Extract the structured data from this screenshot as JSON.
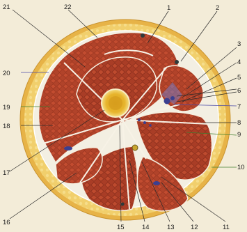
{
  "figure": {
    "labels": [
      "1",
      "2",
      "3",
      "4",
      "5",
      "6",
      "7",
      "8",
      "9",
      "10",
      "11",
      "12",
      "13",
      "14",
      "15",
      "16",
      "17",
      "18",
      "19",
      "20",
      "21",
      "22"
    ]
  },
  "colors": {
    "skin": "#e9b64a",
    "fat": "#f1cf6c",
    "muscle": "#b1432a",
    "muscle_dark": "#8f2f1c",
    "fascia": "#f3efe2",
    "bone": "#e5b226",
    "marrow": "#d9a21f",
    "vessel": "#3b3f8f"
  }
}
